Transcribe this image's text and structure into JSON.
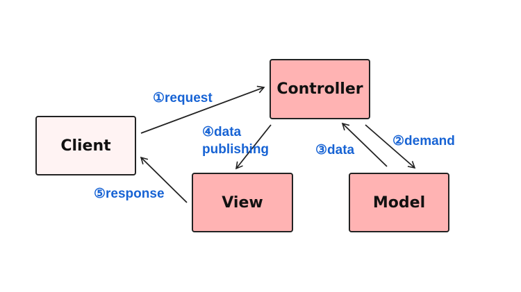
{
  "colors": {
    "client_fill": "#fff3f3",
    "component_fill": "#ffb3b3",
    "border": "#222222",
    "arrow": "#222222",
    "label": "#1763d4"
  },
  "nodes": {
    "client": "Client",
    "controller": "Controller",
    "view": "View",
    "model": "Model"
  },
  "edges": {
    "request": "①request",
    "demand": "②demand",
    "data": "③data",
    "data_publishing_line1": "④data",
    "data_publishing_line2": "publishing",
    "response": "⑤response"
  }
}
